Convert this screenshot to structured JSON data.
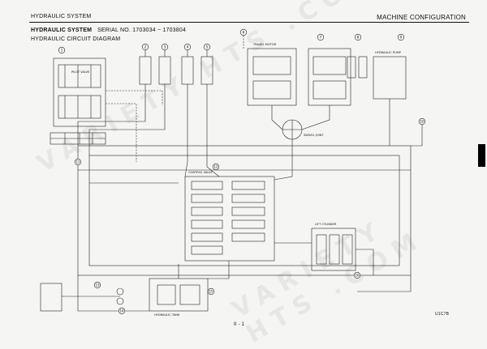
{
  "header": {
    "section_left": "HYDRAULIC SYSTEM",
    "section_right": "MACHINE CONFIGURATION",
    "title": "HYDRAULIC SYSTEM",
    "serial": "SERIAL NO. 1703034 ~ 1703804",
    "subtitle": "HYDRAULIC CIRCUIT DIAGRAM"
  },
  "footer": {
    "page_number": "II - 1",
    "figure_code": "U1C7B"
  },
  "watermark": {
    "text": "VARIETY HTS .COM"
  },
  "callouts": [
    "1",
    "2",
    "3",
    "4",
    "5",
    "6",
    "7",
    "8",
    "9",
    "10",
    "11",
    "12",
    "13",
    "14",
    "15",
    "16"
  ],
  "labels": {
    "pilot_valve": "PILOT VALVE",
    "control_valve": "CONTROL VALVE",
    "swivel_joint": "SWIVEL JOINT",
    "travel_motor": "TRAVEL MOTOR",
    "hydraulic_pump": "HYDRAULIC PUMP",
    "hydraulic_tank": "HYDRAULIC TANK",
    "lift_cylinder": "LIFT CYLINDER"
  }
}
